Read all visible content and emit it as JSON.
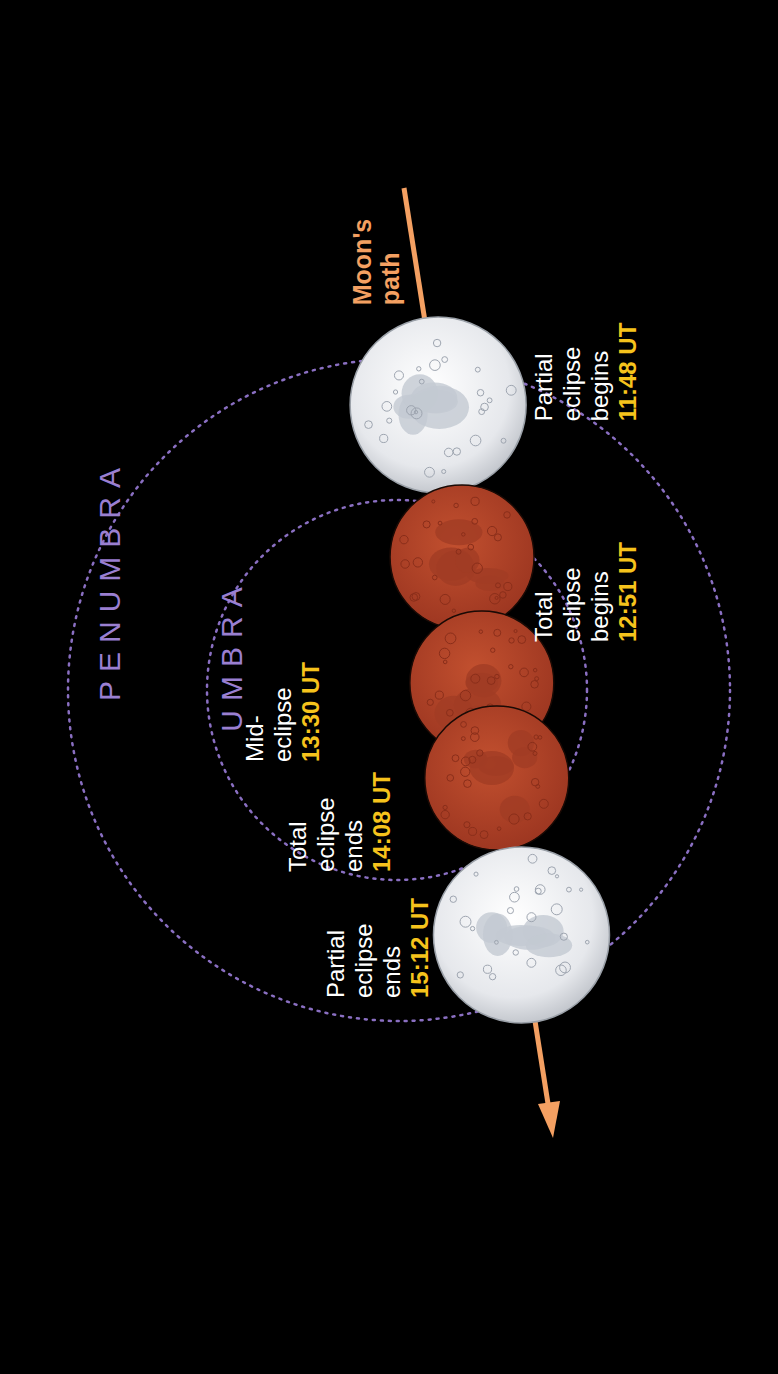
{
  "diagram": {
    "labels": [
      "PENUMBRA",
      "UMBRA",
      "Moon's path",
      "Partial eclipse begins",
      "11:48 UT",
      "Total eclipse begins",
      "12:51 UT",
      "Mid-eclipse",
      "13:30 UT",
      "Total eclipse ends",
      "14:08 UT",
      "Partial eclipse ends",
      "15:12 UT"
    ]
  }
}
